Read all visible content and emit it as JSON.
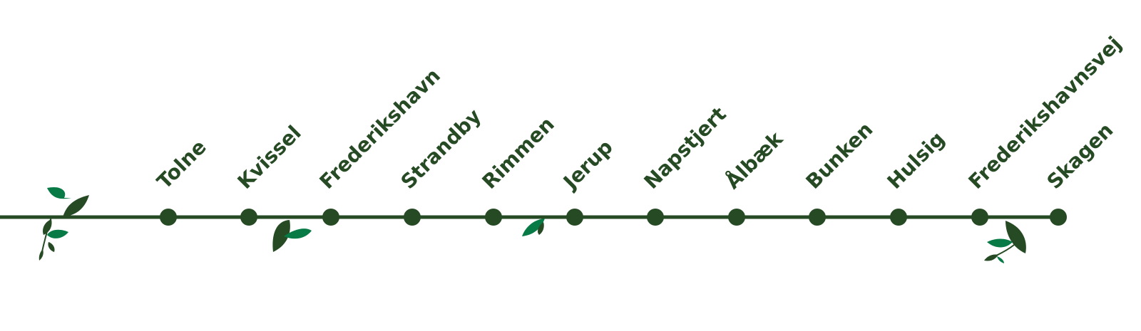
{
  "colors": {
    "line": "#264a23",
    "station": "#264a23",
    "label": "#264a23",
    "leaf_dark": "#264a23",
    "leaf_light": "#087a46"
  },
  "route": {
    "stations": [
      {
        "name": "Tolne"
      },
      {
        "name": "Kvissel"
      },
      {
        "name": "Frederikshavn"
      },
      {
        "name": "Strandby"
      },
      {
        "name": "Rimmen"
      },
      {
        "name": "Jerup"
      },
      {
        "name": "Napstjert"
      },
      {
        "name": "Ålbæk"
      },
      {
        "name": "Bunken"
      },
      {
        "name": "Hulsig"
      },
      {
        "name": "Frederikshavnsvej"
      },
      {
        "name": "Skagen"
      }
    ]
  },
  "decorations": {
    "icons": [
      "leaf-sprig-icon",
      "leaf-pair-icon",
      "leaf-small-icon",
      "leaf-cluster-icon"
    ]
  }
}
